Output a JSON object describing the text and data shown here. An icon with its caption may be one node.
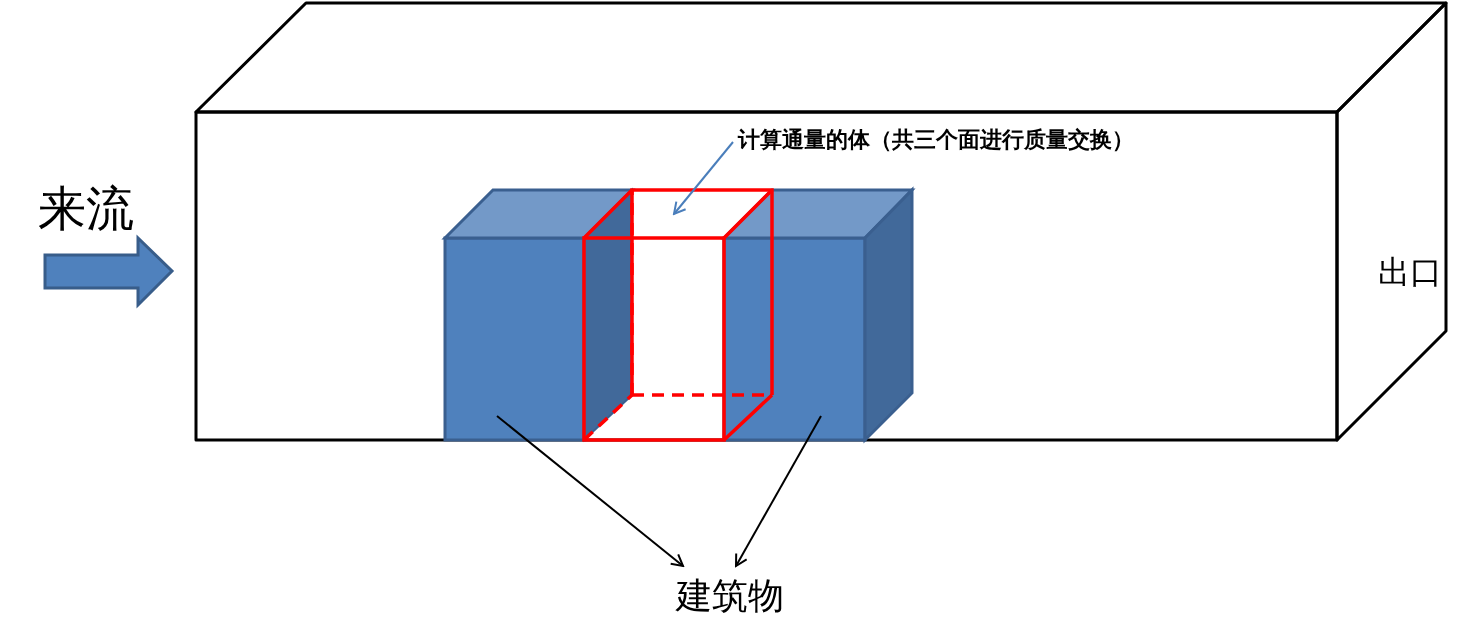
{
  "diagram": {
    "nodes": [
      {
        "text": [
          "计算通量的体（共三个面进行质量交换）"
        ]
      },
      {
        "text": [],
        "shape": "box"
      },
      {
        "text": [],
        "shape": "box"
      },
      {
        "text": [],
        "shape": "box"
      },
      {
        "text": [
          "建筑物"
        ]
      }
    ],
    "edges": [
      {
        "from": 0,
        "to": 2,
        "arrow": "to",
        "color": "#4a7ebb"
      },
      {
        "from": 1,
        "to": 4,
        "arrow": "to"
      },
      {
        "from": 3,
        "to": 4,
        "arrow": "to"
      }
    ],
    "labels": [
      "来流",
      "出口"
    ]
  }
}
